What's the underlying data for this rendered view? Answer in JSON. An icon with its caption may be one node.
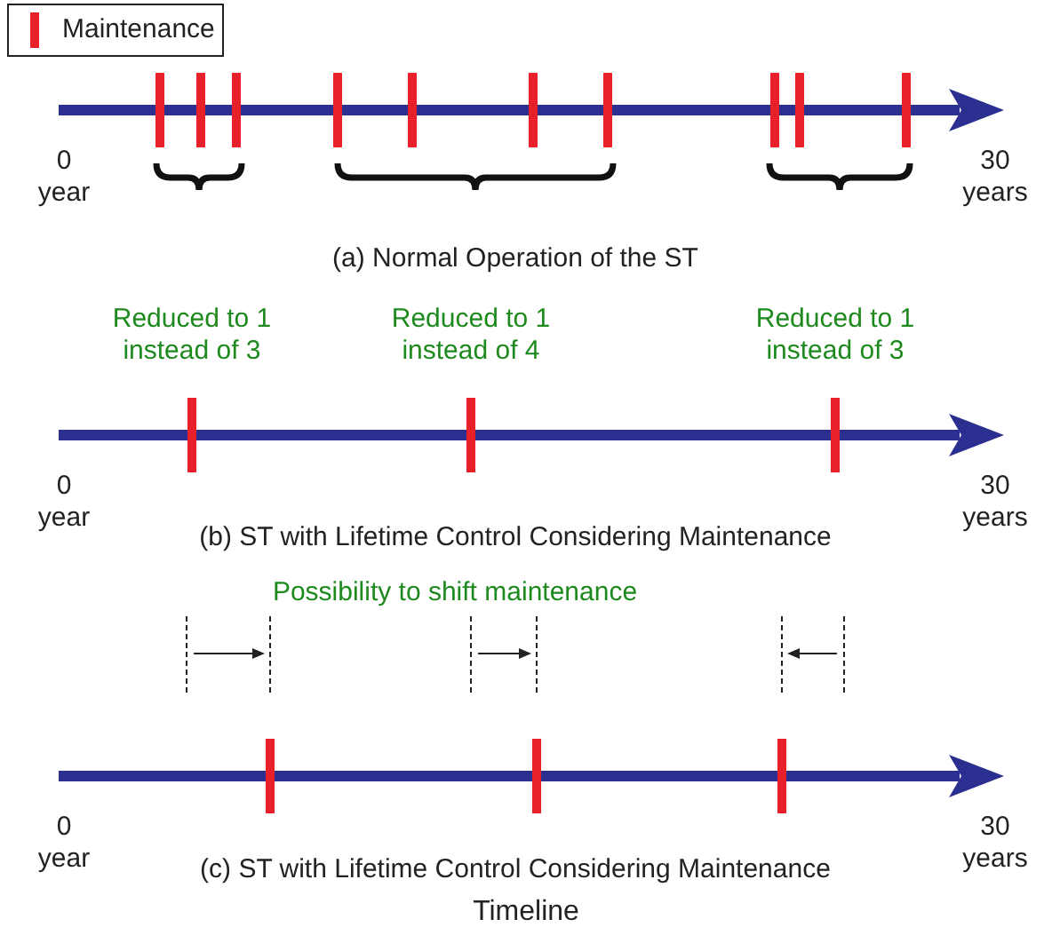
{
  "diagram": {
    "caption": "Timeline",
    "labels": [
      "0 year",
      "30 years",
      "(a) Normal Operation of the ST",
      "Reduced to 1 instead of 3",
      "Reduced to 1 instead of 4",
      "Reduced to 1 instead of 3",
      "0 year",
      "30 years",
      "(b) ST with Lifetime Control Considering Maintenance",
      "Possibility to shift maintenance",
      "0 year",
      "30 years",
      "(c) ST with Lifetime Control Considering Maintenance"
    ],
    "legend": [
      {
        "text": "Maintenance",
        "color": "#e8202a"
      }
    ]
  }
}
